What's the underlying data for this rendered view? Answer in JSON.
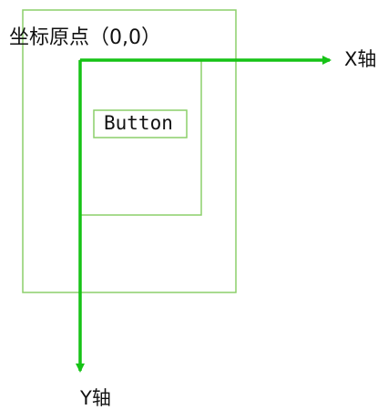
{
  "origin_label": "坐标原点（0,0）",
  "button_label": "Button",
  "x_axis_label": "X轴",
  "y_axis_label": "Y轴",
  "colors": {
    "frame_outline": "#8ccf6a",
    "axis": "#16c316",
    "text": "#111111",
    "background": "#ffffff"
  }
}
